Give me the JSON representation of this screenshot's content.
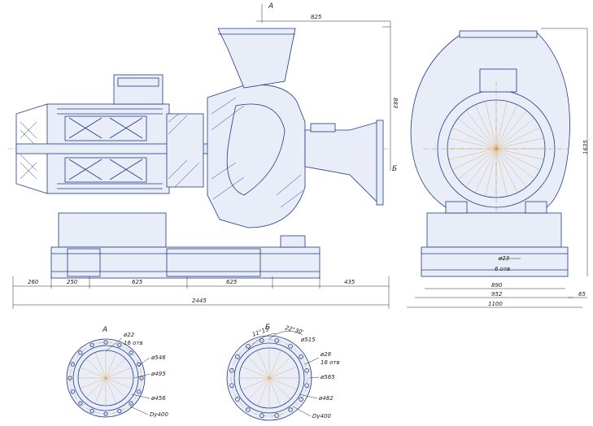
{
  "side_view": {
    "section_mark": "А",
    "section_mark_b": "Б",
    "dim_825": "825",
    "dim_883": "883",
    "dim_260": "260",
    "dim_250": "250",
    "dim_625a": "625",
    "dim_625b": "625",
    "dim_435": "435",
    "dim_2445": "2445"
  },
  "front_view": {
    "dim_1635": "1635",
    "dim_phi23": "ø23",
    "dim_6holes": "6 отв",
    "dim_890": "890",
    "dim_952": "952",
    "dim_1100": "1100",
    "dim_65": "65"
  },
  "flange_a": {
    "title": "А",
    "phi22": "ø22",
    "holes": "16 отв",
    "phi546": "ø546",
    "phi495": "ø495",
    "phi456": "ø456",
    "dy": "Dy400"
  },
  "flange_b": {
    "title": "Б",
    "angle1": "11°15'",
    "angle2": "22°30'",
    "phi515": "ø515",
    "phi26": "ø26",
    "holes": "16 отв",
    "phi565": "ø565",
    "phi482": "ø482",
    "dy": "Dy400"
  }
}
